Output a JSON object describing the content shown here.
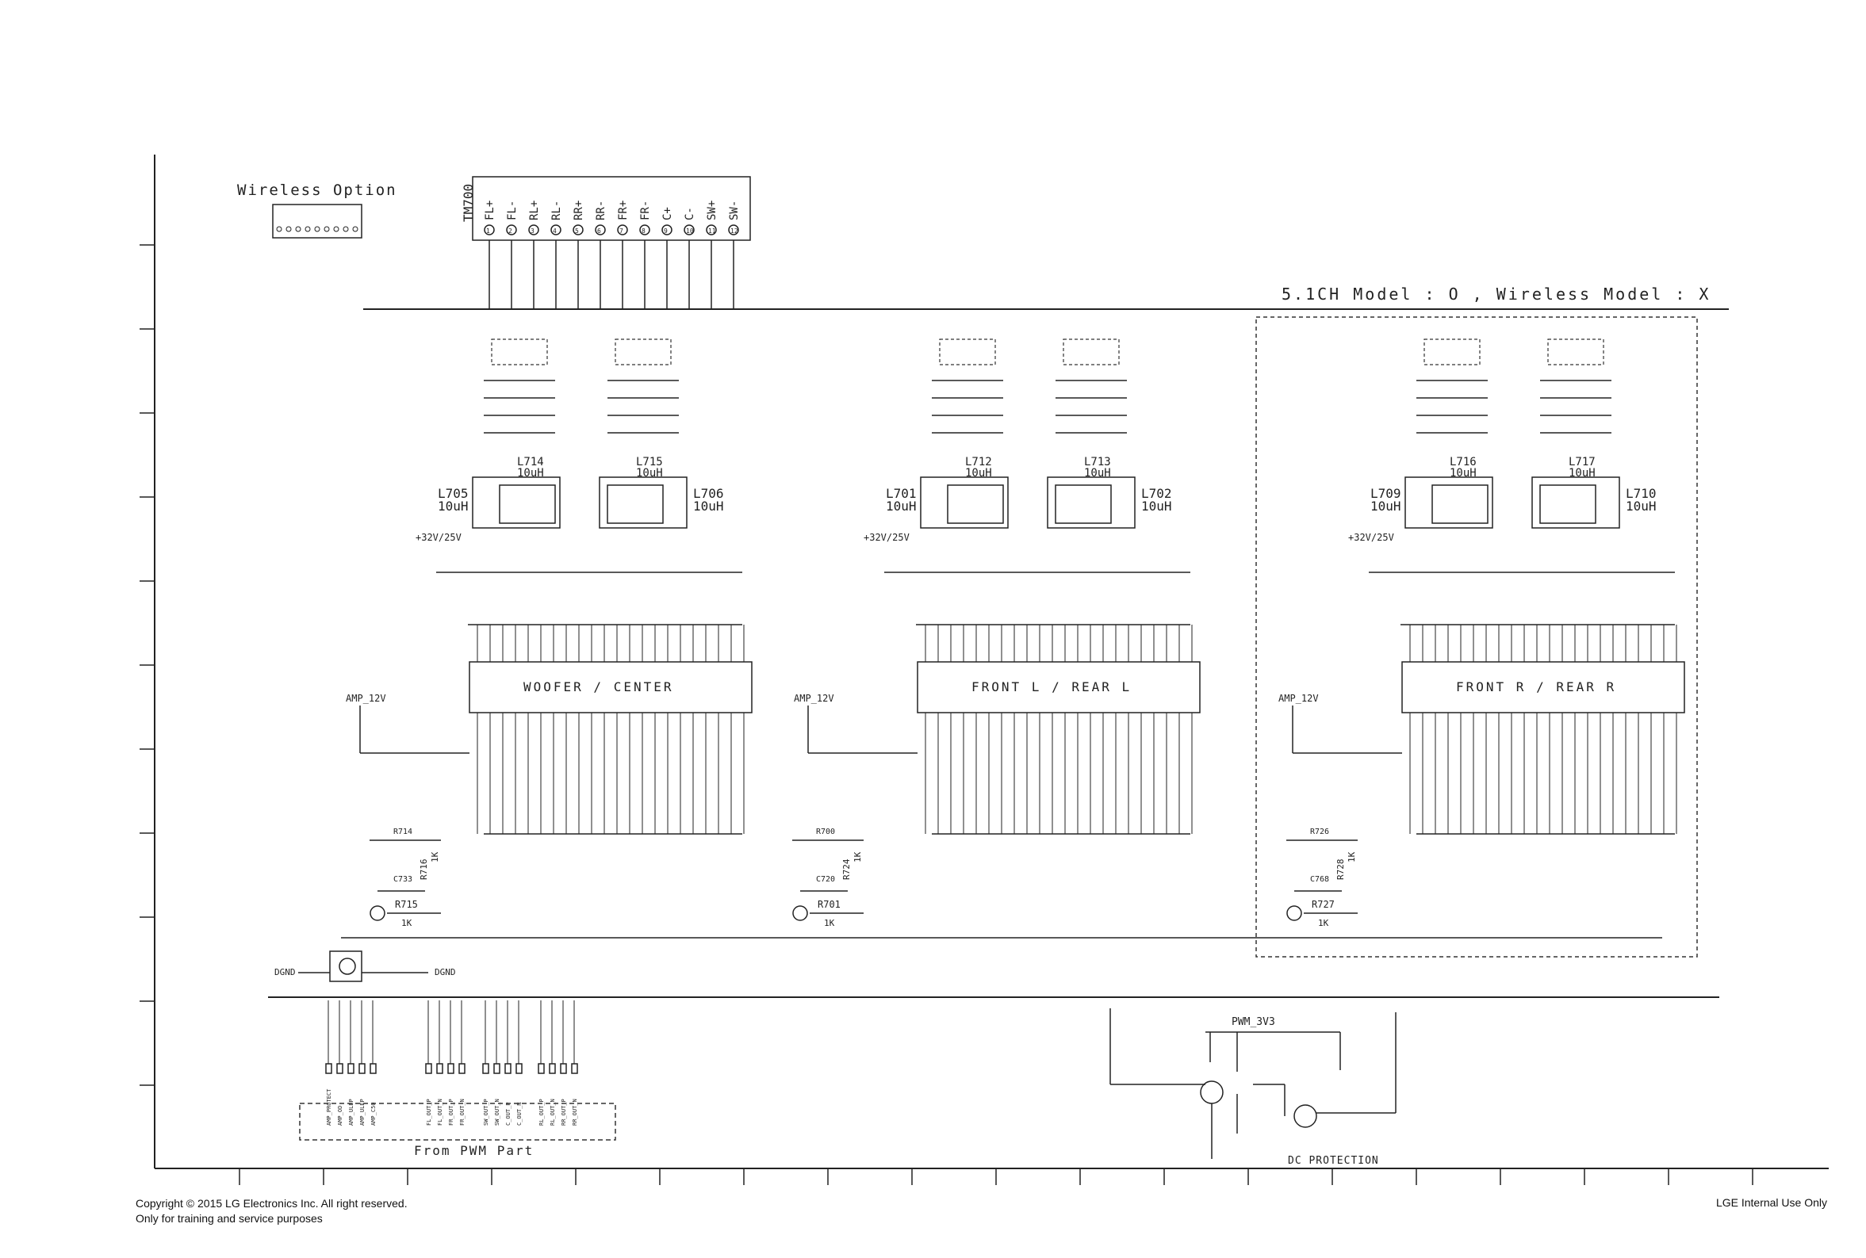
{
  "title_labels": {
    "wireless_option": "Wireless Option",
    "model_note": "5.1CH Model : O , Wireless Model : X",
    "from_pwm": "From PWM Part",
    "dc_protection": "DC PROTECTION",
    "pwm_3v3": "PWM_3V3"
  },
  "connector": {
    "ref": "TM700",
    "pins": [
      {
        "n": "1",
        "label": "FL+"
      },
      {
        "n": "2",
        "label": "FL-"
      },
      {
        "n": "3",
        "label": "RL+"
      },
      {
        "n": "4",
        "label": "RL-"
      },
      {
        "n": "5",
        "label": "RR+"
      },
      {
        "n": "6",
        "label": "RR-"
      },
      {
        "n": "7",
        "label": "FR+"
      },
      {
        "n": "8",
        "label": "FR-"
      },
      {
        "n": "9",
        "label": "C+"
      },
      {
        "n": "10",
        "label": "C-"
      },
      {
        "n": "11",
        "label": "SW+"
      },
      {
        "n": "12",
        "label": "SW-"
      }
    ]
  },
  "amplifier_blocks": [
    {
      "name": "WOOFER / CENTER",
      "coil_left": {
        "ref": "L705",
        "val": "10uH"
      },
      "coil_right": {
        "ref": "L706",
        "val": "10uH"
      },
      "inner_left": {
        "ref": "L714",
        "val": "10uH"
      },
      "inner_right": {
        "ref": "L715",
        "val": "10uH"
      },
      "supply": "+32V/25V",
      "amp_rail": "AMP_12V"
    },
    {
      "name": "FRONT L / REAR L",
      "coil_left": {
        "ref": "L701",
        "val": "10uH"
      },
      "coil_right": {
        "ref": "L702",
        "val": "10uH"
      },
      "inner_left": {
        "ref": "L712",
        "val": "10uH"
      },
      "inner_right": {
        "ref": "L713",
        "val": "10uH"
      },
      "supply": "+32V/25V",
      "amp_rail": "AMP_12V"
    },
    {
      "name": "FRONT R / REAR R",
      "coil_left": {
        "ref": "L709",
        "val": "10uH"
      },
      "coil_right": {
        "ref": "L710",
        "val": "10uH"
      },
      "inner_left": {
        "ref": "L716",
        "val": "10uH"
      },
      "inner_right": {
        "ref": "L717",
        "val": "10uH"
      },
      "supply": "+32V/25V",
      "amp_rail": "AMP_12V"
    }
  ],
  "transistor_stages": [
    {
      "r_top": "R716",
      "r_top_val": "1K",
      "r_base": "R715",
      "r_base_val": "1K",
      "r_series": "R714",
      "cap": "C733"
    },
    {
      "r_top": "R724",
      "r_top_val": "1K",
      "r_base": "R701",
      "r_base_val": "1K",
      "r_series": "R700",
      "cap": "C720"
    },
    {
      "r_top": "R728",
      "r_top_val": "1K",
      "r_base": "R727",
      "r_base_val": "1K",
      "r_series": "R726",
      "cap": "C768"
    }
  ],
  "ground_labels": [
    "DGND",
    "DGND"
  ],
  "pwm_inputs": [
    "AMP_PROTECT",
    "AMP_OD",
    "AMP_ULEP",
    "AMP_ULEP",
    "AMP_C50",
    "FL_OUT_P",
    "FL_OUT_N",
    "FR_OUT_P",
    "FR_OUT_N",
    "SW_OUT_P",
    "SW_OUT_N",
    "C_OUT_P",
    "C_OUT_N",
    "RL_OUT_P",
    "RL_OUT_N",
    "RR_OUT_P",
    "RR_OUT_N"
  ],
  "footer": {
    "copyright_line1": "Copyright © 2015 LG Electronics Inc. All right reserved.",
    "copyright_line2": "Only for training and service purposes",
    "internal": "LGE Internal Use Only"
  }
}
